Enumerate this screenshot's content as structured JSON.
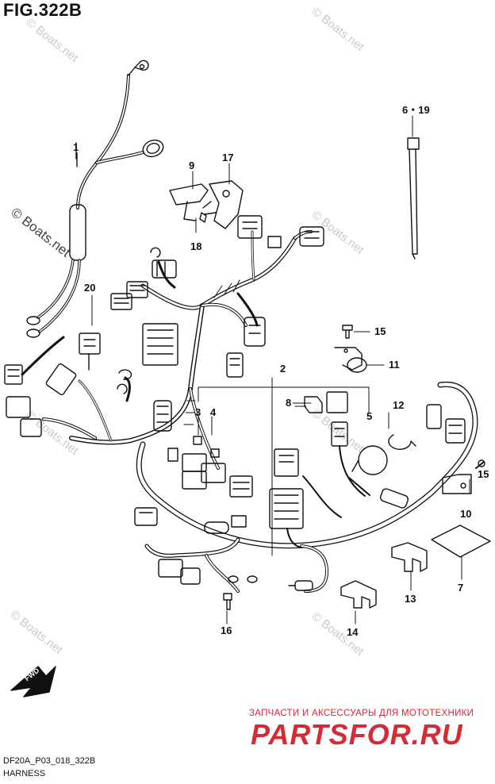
{
  "figure": {
    "title": "FIG.322B"
  },
  "watermarks": {
    "boats_main": "© Boats.net",
    "boats_small": "© Boats.net"
  },
  "part_numbers": {
    "p1": "1",
    "p2": "2",
    "p3": "3",
    "p4": "4",
    "p5": "5",
    "p6_19": "6・19",
    "p7": "7",
    "p8": "8",
    "p9": "9",
    "p10": "10",
    "p11": "11",
    "p12": "12",
    "p13": "13",
    "p14": "14",
    "p15a": "15",
    "p15b": "15",
    "p16": "16",
    "p17": "17",
    "p18": "18",
    "p20": "20"
  },
  "fwd_label": "FWD",
  "footer": {
    "code": "DF20A_P03_018_322B",
    "section": "HARNESS"
  },
  "store": {
    "caption": "ЗАПЧАСТИ И АКСЕССУАРЫ ДЛЯ МОТОТЕХНИКИ",
    "logo": "PARTSFOR.RU"
  }
}
